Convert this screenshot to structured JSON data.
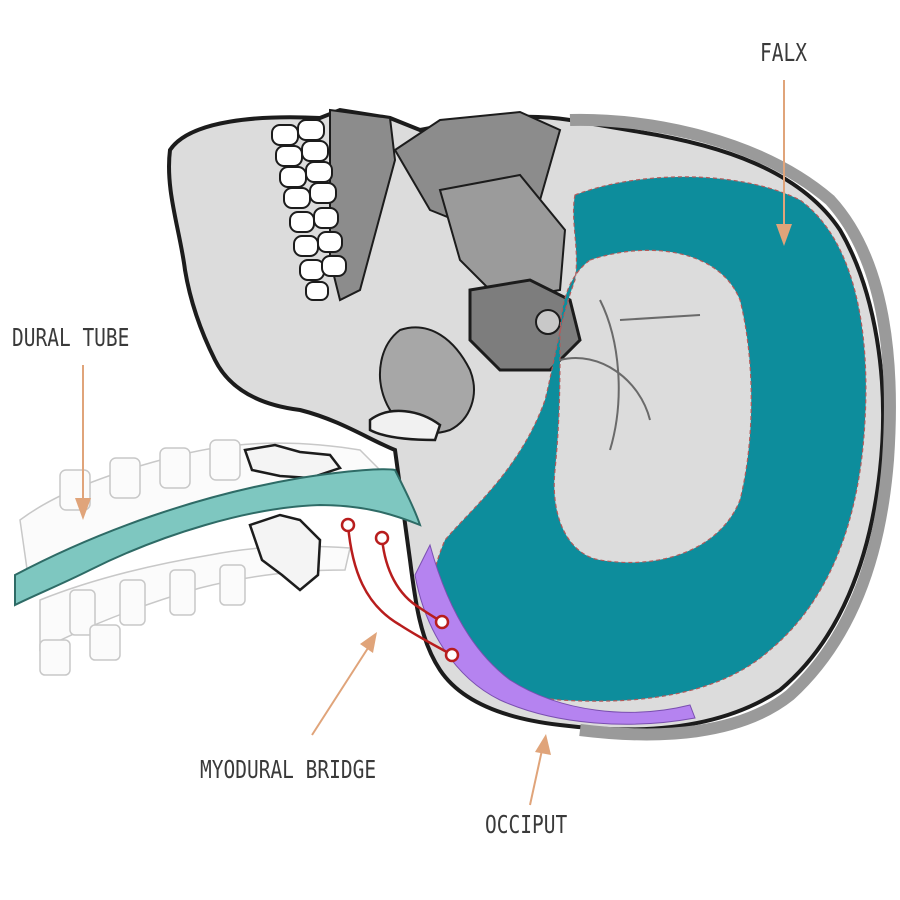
{
  "labels": {
    "falx": "FALX",
    "dural_tube": "DURAL TUBE",
    "myodural_bridge": "MYODURAL BRIDGE",
    "occiput": "OCCIPUT"
  },
  "colors": {
    "falx_fill": "#0d8d9c",
    "dural_tube_fill": "#7ec7c0",
    "occiput_fill": "#b583f0",
    "bridge_stroke": "#b81d1d",
    "arrow": "#e0a47a",
    "label_text": "#3a3a3a",
    "bone_fill": "#d9d9d9",
    "bone_dark": "#8c8c8c",
    "outline": "#1c1c1c"
  }
}
